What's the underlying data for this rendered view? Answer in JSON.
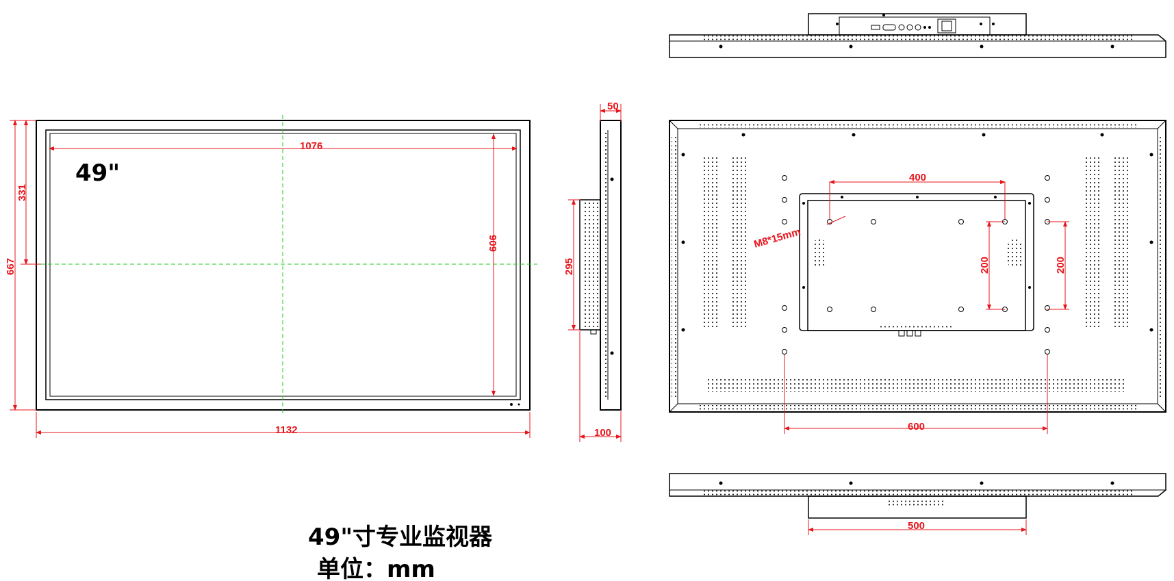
{
  "front_view": {
    "size_label": "49\"",
    "dims": {
      "width": "1132",
      "height": "667",
      "active_width": "1076",
      "active_height": "606",
      "half_height": "331"
    }
  },
  "side_view": {
    "dims": {
      "depth_top": "50",
      "depth_total": "100",
      "box_height": "295"
    }
  },
  "back_view": {
    "dims": {
      "vesa_w_small": "400",
      "vesa_w_large": "600",
      "vesa_h_left": "200",
      "vesa_h_right": "200",
      "screw_spec": "M8*15mm"
    }
  },
  "bottom_view": {
    "dims": {
      "box_width": "500"
    }
  },
  "caption": {
    "title": "49\"寸专业监视器",
    "unit": "单位：mm"
  }
}
